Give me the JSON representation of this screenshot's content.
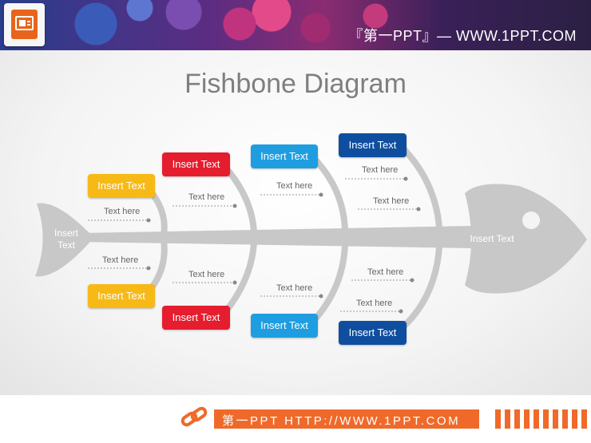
{
  "header": {
    "brand_text": "『第一PPT』— WWW.1PPT.COM",
    "logo_icon": "presentation-icon"
  },
  "title": "Fishbone Diagram",
  "diagram": {
    "tail_label": "Insert Text",
    "head_label": "Insert Text",
    "top_boxes": [
      {
        "label": "Insert Text",
        "color": "#f7b916"
      },
      {
        "label": "Insert Text",
        "color": "#e51d2e"
      },
      {
        "label": "Insert Text",
        "color": "#1e9ee0"
      },
      {
        "label": "Insert Text",
        "color": "#0f4e9f"
      }
    ],
    "bottom_boxes": [
      {
        "label": "Insert Text",
        "color": "#f7b916"
      },
      {
        "label": "Insert Text",
        "color": "#e51d2e"
      },
      {
        "label": "Insert Text",
        "color": "#1e9ee0"
      },
      {
        "label": "Insert Text",
        "color": "#0f4e9f"
      }
    ],
    "top_notes": [
      "Text here",
      "Text here",
      "Text here",
      "Text here",
      "Text here"
    ],
    "bottom_notes": [
      "Text here",
      "Text here",
      "Text here",
      "Text here",
      "Text here"
    ]
  },
  "footer": {
    "text": "第一PPT HTTP://WWW.1PPT.COM",
    "accent": "#ef6a2a"
  }
}
